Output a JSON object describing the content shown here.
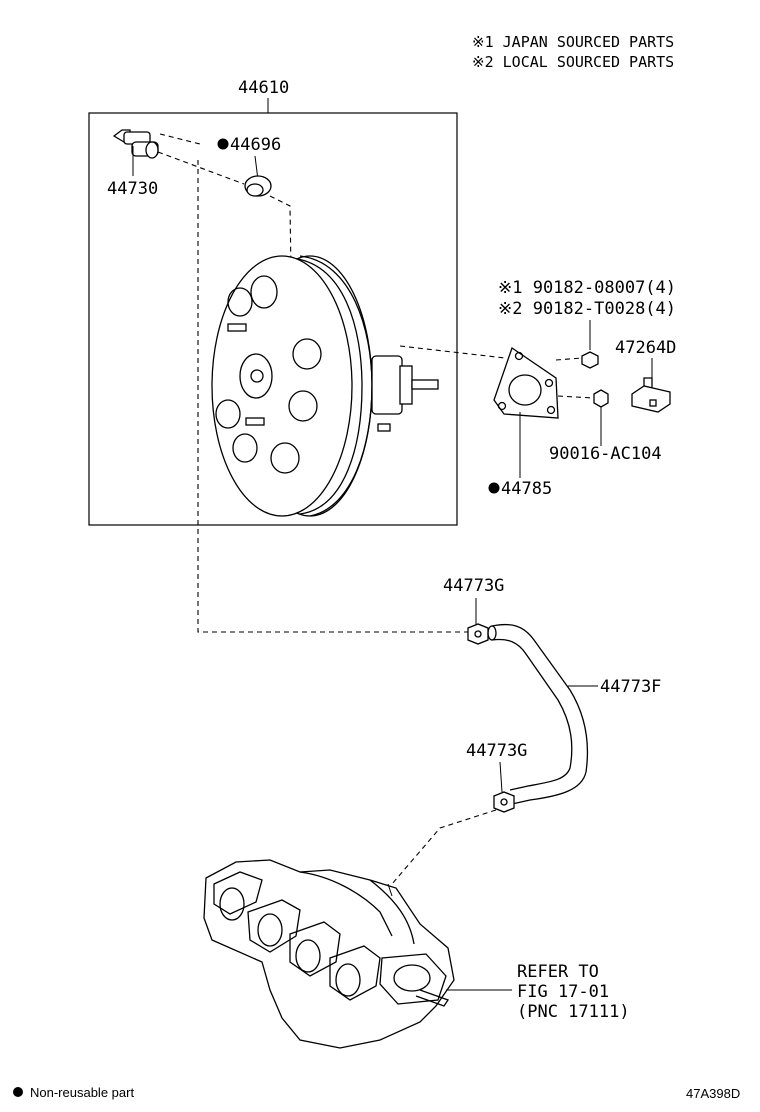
{
  "notes": {
    "japan": "※1 JAPAN SOURCED PARTS",
    "local": "※2 LOCAL SOURCED PARTS"
  },
  "parts": {
    "booster": "44610",
    "grommet": "44696",
    "check_valve": "44730",
    "bolt_japan": "※1  90182-08007(4)",
    "bolt_local": "※2  90182-T0028(4)",
    "bracket": "47264D",
    "nut": "90016-AC104",
    "gasket": "44785",
    "clip_upper": "44773G",
    "hose": "44773F",
    "clip_lower": "44773G"
  },
  "reference": {
    "line1": "REFER TO",
    "line2": "FIG 17-01",
    "line3": "(PNC 17111)"
  },
  "legend": {
    "text": "Non-reusable part"
  },
  "diagram_code": "47A398D"
}
